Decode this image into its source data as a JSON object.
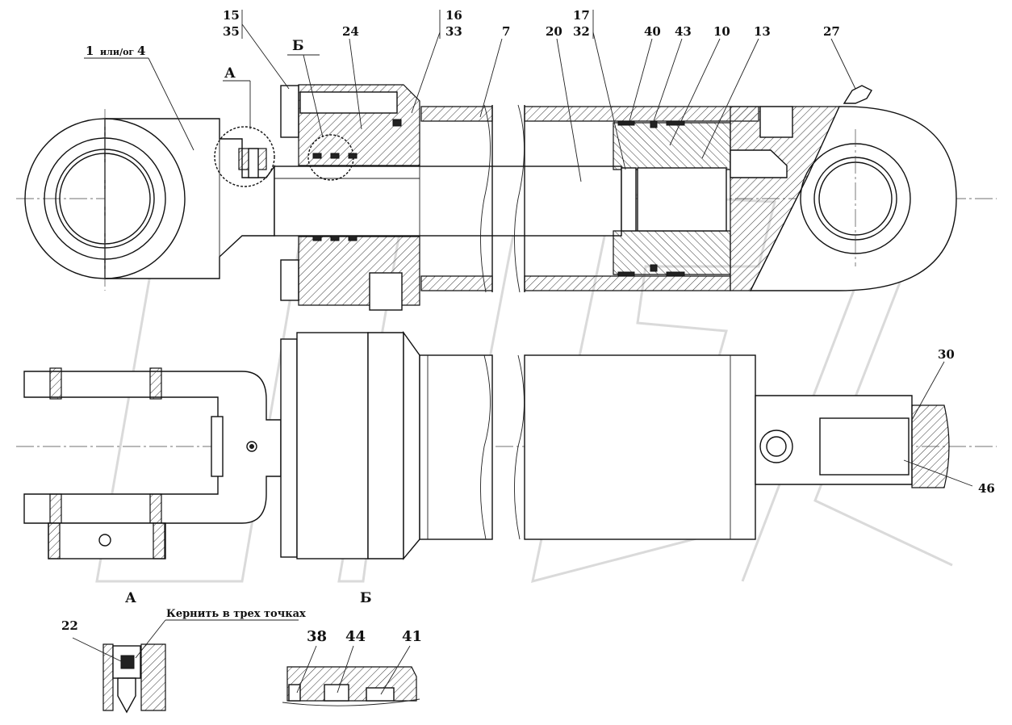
{
  "drawing": {
    "callouts": [
      "15",
      "35",
      "16",
      "33",
      "7",
      "20",
      "17",
      "32",
      "40",
      "43",
      "10",
      "13",
      "27",
      "30",
      "46",
      "24",
      "22",
      "38",
      "44",
      "41"
    ],
    "part_1_text": "1",
    "part_1_suffix": "или/ог",
    "part_4_text": "4",
    "view_a_mark": "А",
    "view_b_mark": "Б",
    "view_a_title": "А",
    "view_b_title": "Б",
    "note_punch": "Кернить в трех точках",
    "watermark_text": "OPEX"
  }
}
